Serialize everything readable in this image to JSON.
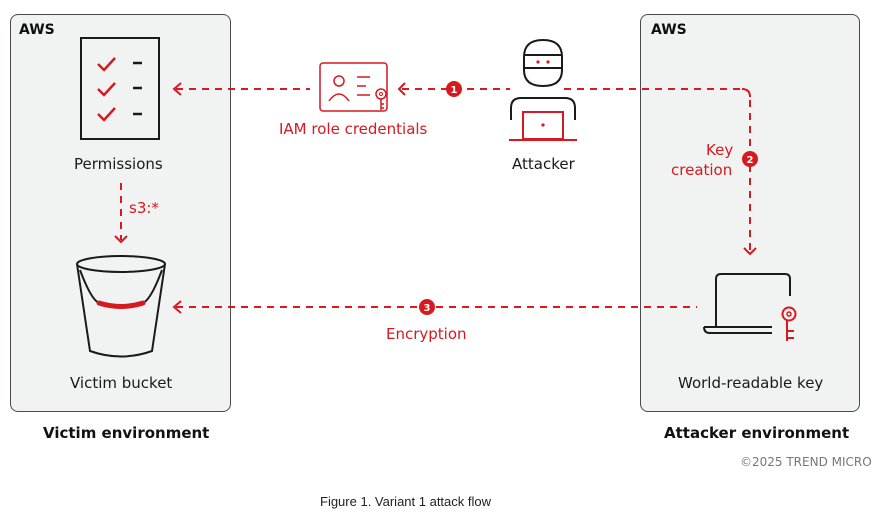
{
  "victim": {
    "cloud_label": "AWS",
    "permissions_label": "Permissions",
    "s3_action": "s3:*",
    "bucket_label": "Victim bucket",
    "environment_label": "Victim environment"
  },
  "attacker_env": {
    "cloud_label": "AWS",
    "key_label": "World-readable key",
    "environment_label": "Attacker environment"
  },
  "middle": {
    "credentials_label": "IAM role credentials",
    "attacker_label": "Attacker"
  },
  "steps": [
    {
      "number": "1",
      "label": "",
      "from": "Attacker",
      "to": "IAM role credentials"
    },
    {
      "number": "2",
      "label": "Key creation",
      "label_line1": "Key",
      "label_line2": "creation",
      "from": "Attacker",
      "to": "World-readable key"
    },
    {
      "number": "3",
      "label": "Encryption",
      "from": "World-readable key",
      "to": "Victim bucket"
    }
  ],
  "copyright": "©2025 TREND MICRO",
  "caption": "Figure 1. Variant 1 attack flow",
  "colors": {
    "accent": "#d71920",
    "outline": "#1a1a1a",
    "panel": "#f1f2f2"
  }
}
